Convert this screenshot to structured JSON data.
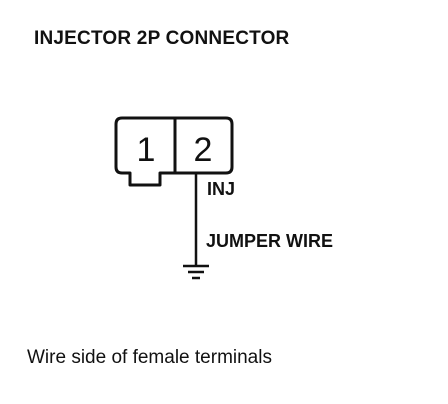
{
  "title": "INJECTOR 2P CONNECTOR",
  "connector": {
    "pins": [
      "1",
      "2"
    ]
  },
  "labels": {
    "inj": "INJ",
    "jumper_wire": "JUMPER WIRE"
  },
  "caption": "Wire side of female terminals"
}
